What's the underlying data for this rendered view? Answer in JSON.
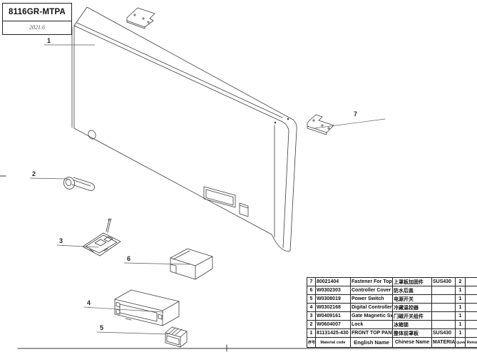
{
  "title_block": {
    "model": "8116GR-MTPA",
    "date": "2021.6"
  },
  "callouts": [
    "1",
    "2",
    "3",
    "4",
    "5",
    "6",
    "7"
  ],
  "parts_table": {
    "headers": {
      "index": "序号",
      "material_code": "Material code",
      "english_name": "English Name",
      "chinese_name": "Chinese Name",
      "material": "MATERIAL",
      "quantity": "QUANTITY",
      "remark": "Remark"
    },
    "rows": [
      {
        "no": "7",
        "code": "80021404",
        "english": "Fastener For Top Panel",
        "chinese": "上罩板加固件",
        "material": "SUS430",
        "qty": "2",
        "remark": ""
      },
      {
        "no": "6",
        "code": "W0302303",
        "english": "Controller Cover",
        "chinese": "防水后盖",
        "material": "",
        "qty": "1",
        "remark": ""
      },
      {
        "no": "5",
        "code": "W0308019",
        "english": "Power Switch",
        "chinese": "电源开关",
        "material": "",
        "qty": "1",
        "remark": ""
      },
      {
        "no": "4",
        "code": "W0302168",
        "english": "Digital Controller",
        "chinese": "冷藏温控器",
        "material": "",
        "qty": "1",
        "remark": ""
      },
      {
        "no": "3",
        "code": "W0409161",
        "english": "Gate Magnetic Switch",
        "chinese": "门磁开关组件",
        "material": "",
        "qty": "1",
        "remark": ""
      },
      {
        "no": "2",
        "code": "W0604007",
        "english": "Lock",
        "chinese": "冰箱锁",
        "material": "",
        "qty": "1",
        "remark": ""
      },
      {
        "no": "1",
        "code": "81131425-430",
        "english": "FRONT TOP PANEL-TOP",
        "chinese": "整体前罩板",
        "material": "SUS430",
        "qty": "1",
        "remark": ""
      }
    ]
  }
}
